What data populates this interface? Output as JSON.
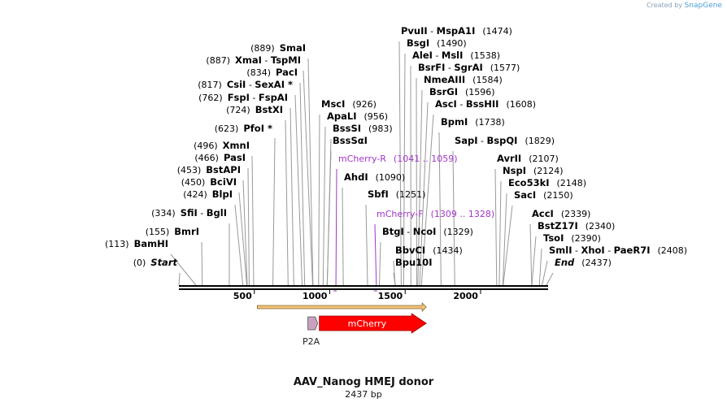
{
  "brand": {
    "prefix": "Created by",
    "name": "SnapGene"
  },
  "title": "AAV_Nanog HMEJ donor",
  "subtitle": "2437 bp",
  "sequence_length": 2437,
  "ruler_ticks": [
    {
      "value": 500,
      "label": "500"
    },
    {
      "value": 1000,
      "label": "1000"
    },
    {
      "value": 1500,
      "label": "1500"
    },
    {
      "value": 2000,
      "label": "2000"
    }
  ],
  "labels": [
    {
      "parts": [
        {
          "t": "(0)",
          "c": "pos"
        },
        {
          "t": "Start",
          "c": "bold-italic"
        }
      ],
      "site": 0
    },
    {
      "parts": [
        {
          "t": "(113)",
          "c": "pos"
        },
        {
          "t": "BamHI",
          "c": "bold"
        }
      ],
      "site": 113
    },
    {
      "parts": [
        {
          "t": "(155)",
          "c": "pos"
        },
        {
          "t": "BmrI",
          "c": "bold"
        }
      ],
      "site": 155
    },
    {
      "parts": [
        {
          "t": "(334)",
          "c": "pos"
        },
        {
          "t": "SfiI",
          "c": "bold"
        },
        {
          "t": " - ",
          "c": "sep"
        },
        {
          "t": "BglI",
          "c": "bold"
        }
      ],
      "site": 334
    },
    {
      "parts": [
        {
          "t": "(424)",
          "c": "pos"
        },
        {
          "t": "BlpI",
          "c": "bold"
        }
      ],
      "site": 424
    },
    {
      "parts": [
        {
          "t": "(450)",
          "c": "pos"
        },
        {
          "t": "BciVI",
          "c": "bold"
        }
      ],
      "site": 450
    },
    {
      "parts": [
        {
          "t": "(453)",
          "c": "pos"
        },
        {
          "t": "BstAPI",
          "c": "bold"
        }
      ],
      "site": 453
    },
    {
      "parts": [
        {
          "t": "(466)",
          "c": "pos"
        },
        {
          "t": "PasI",
          "c": "bold"
        }
      ],
      "site": 466
    },
    {
      "parts": [
        {
          "t": "(496)",
          "c": "pos"
        },
        {
          "t": "XmnI",
          "c": "bold"
        }
      ],
      "site": 496
    },
    {
      "parts": [
        {
          "t": "(623)",
          "c": "pos"
        },
        {
          "t": "PfoI *",
          "c": "bold"
        }
      ],
      "site": 623
    },
    {
      "parts": [
        {
          "t": "(724)",
          "c": "pos"
        },
        {
          "t": "BstXI",
          "c": "bold"
        }
      ],
      "site": 724
    },
    {
      "parts": [
        {
          "t": "(762)",
          "c": "pos"
        },
        {
          "t": "FspI",
          "c": "bold"
        },
        {
          "t": " - ",
          "c": "sep"
        },
        {
          "t": "FspAI",
          "c": "bold"
        }
      ],
      "site": 762
    },
    {
      "parts": [
        {
          "t": "(817)",
          "c": "pos"
        },
        {
          "t": "CsiI",
          "c": "bold"
        },
        {
          "t": " - ",
          "c": "sep"
        },
        {
          "t": "SexAI *",
          "c": "bold"
        }
      ],
      "site": 817
    },
    {
      "parts": [
        {
          "t": "(834)",
          "c": "pos"
        },
        {
          "t": "PacI",
          "c": "bold"
        }
      ],
      "site": 834
    },
    {
      "parts": [
        {
          "t": "(887)",
          "c": "pos"
        },
        {
          "t": "XmaI",
          "c": "bold"
        },
        {
          "t": " - ",
          "c": "sep"
        },
        {
          "t": "TspMI",
          "c": "bold"
        }
      ],
      "site": 887
    },
    {
      "parts": [
        {
          "t": "(889)",
          "c": "pos"
        },
        {
          "t": "SmaI",
          "c": "bold"
        }
      ],
      "site": 889
    },
    {
      "parts": [
        {
          "t": "MscI",
          "c": "bold"
        },
        {
          "t": "(926)",
          "c": "pos"
        }
      ],
      "site": 926
    },
    {
      "parts": [
        {
          "t": "ApaLI",
          "c": "bold"
        },
        {
          "t": "(956)",
          "c": "pos"
        }
      ],
      "site": 956
    },
    {
      "parts": [
        {
          "t": "BssSI",
          "c": "bold"
        },
        {
          "t": "(983)",
          "c": "pos"
        }
      ],
      "site": 983
    },
    {
      "parts": [
        {
          "t": "BssSαI",
          "c": "bold"
        }
      ],
      "site": 983
    },
    {
      "parts": [
        {
          "t": "mCherry-R",
          "c": "primer"
        },
        {
          "t": "(1041 .. 1059)",
          "c": "primer-range"
        }
      ],
      "site": 1041,
      "primer": true
    },
    {
      "parts": [
        {
          "t": "AhdI",
          "c": "bold"
        },
        {
          "t": "(1090)",
          "c": "pos"
        }
      ],
      "site": 1090
    },
    {
      "parts": [
        {
          "t": "SbfI",
          "c": "bold"
        },
        {
          "t": "(1251)",
          "c": "pos"
        }
      ],
      "site": 1251
    },
    {
      "parts": [
        {
          "t": "mCherry-F",
          "c": "primer"
        },
        {
          "t": "(1309 .. 1328)",
          "c": "primer-range"
        }
      ],
      "site": 1309,
      "primer": true
    },
    {
      "parts": [
        {
          "t": "BtgI",
          "c": "bold"
        },
        {
          "t": " - ",
          "c": "sep"
        },
        {
          "t": "NcoI",
          "c": "bold"
        },
        {
          "t": "(1329)",
          "c": "pos"
        }
      ],
      "site": 1329
    },
    {
      "parts": [
        {
          "t": "BbvCI",
          "c": "bold"
        },
        {
          "t": "(1434)",
          "c": "pos"
        }
      ],
      "site": 1434
    },
    {
      "parts": [
        {
          "t": "Bpu10I",
          "c": "bold"
        }
      ],
      "site": 1434
    },
    {
      "parts": [
        {
          "t": "PvuII",
          "c": "bold"
        },
        {
          "t": " - ",
          "c": "sep"
        },
        {
          "t": "MspA1I",
          "c": "bold"
        },
        {
          "t": "(1474)",
          "c": "pos"
        }
      ],
      "site": 1474
    },
    {
      "parts": [
        {
          "t": "BsgI",
          "c": "bold"
        },
        {
          "t": "(1490)",
          "c": "pos"
        }
      ],
      "site": 1490
    },
    {
      "parts": [
        {
          "t": "AleI",
          "c": "bold"
        },
        {
          "t": " - ",
          "c": "sep"
        },
        {
          "t": "MslI",
          "c": "bold"
        },
        {
          "t": "(1538)",
          "c": "pos"
        }
      ],
      "site": 1538
    },
    {
      "parts": [
        {
          "t": "BsrFI",
          "c": "bold"
        },
        {
          "t": " - ",
          "c": "sep"
        },
        {
          "t": "SgrAI",
          "c": "bold"
        },
        {
          "t": "(1577)",
          "c": "pos"
        }
      ],
      "site": 1577
    },
    {
      "parts": [
        {
          "t": "NmeAIII",
          "c": "bold"
        },
        {
          "t": "(1584)",
          "c": "pos"
        }
      ],
      "site": 1584
    },
    {
      "parts": [
        {
          "t": "BsrGI",
          "c": "bold"
        },
        {
          "t": "(1596)",
          "c": "pos"
        }
      ],
      "site": 1596
    },
    {
      "parts": [
        {
          "t": "AscI",
          "c": "bold"
        },
        {
          "t": " - ",
          "c": "sep"
        },
        {
          "t": "BssHII",
          "c": "bold"
        },
        {
          "t": "(1608)",
          "c": "pos"
        }
      ],
      "site": 1608
    },
    {
      "parts": [
        {
          "t": "BpmI",
          "c": "bold"
        },
        {
          "t": "(1738)",
          "c": "pos"
        }
      ],
      "site": 1738
    },
    {
      "parts": [
        {
          "t": "SapI",
          "c": "bold"
        },
        {
          "t": " - ",
          "c": "sep"
        },
        {
          "t": "BspQI",
          "c": "bold"
        },
        {
          "t": "(1829)",
          "c": "pos"
        }
      ],
      "site": 1829
    },
    {
      "parts": [
        {
          "t": "AvrII",
          "c": "bold"
        },
        {
          "t": "(2107)",
          "c": "pos"
        }
      ],
      "site": 2107
    },
    {
      "parts": [
        {
          "t": "NspI",
          "c": "bold"
        },
        {
          "t": "(2124)",
          "c": "pos"
        }
      ],
      "site": 2124
    },
    {
      "parts": [
        {
          "t": "Eco53kI",
          "c": "bold"
        },
        {
          "t": "(2148)",
          "c": "pos"
        }
      ],
      "site": 2148
    },
    {
      "parts": [
        {
          "t": "SacI",
          "c": "bold"
        },
        {
          "t": "(2150)",
          "c": "pos"
        }
      ],
      "site": 2150
    },
    {
      "parts": [
        {
          "t": "AccI",
          "c": "bold"
        },
        {
          "t": "(2339)",
          "c": "pos"
        }
      ],
      "site": 2339
    },
    {
      "parts": [
        {
          "t": "BstZ17I",
          "c": "bold"
        },
        {
          "t": "(2340)",
          "c": "pos"
        }
      ],
      "site": 2340
    },
    {
      "parts": [
        {
          "t": "TsoI",
          "c": "bold"
        },
        {
          "t": "(2390)",
          "c": "pos"
        }
      ],
      "site": 2390
    },
    {
      "parts": [
        {
          "t": "SmlI",
          "c": "bold"
        },
        {
          "t": " - ",
          "c": "sep"
        },
        {
          "t": "XhoI",
          "c": "bold"
        },
        {
          "t": " - ",
          "c": "sep"
        },
        {
          "t": "PaeR7I",
          "c": "bold"
        },
        {
          "t": "(2408)",
          "c": "pos"
        }
      ],
      "site": 2408
    },
    {
      "parts": [
        {
          "t": "End",
          "c": "bold-italic"
        },
        {
          "t": "(2437)",
          "c": "pos"
        }
      ],
      "site": 2437
    }
  ],
  "features": [
    {
      "name": "P2A",
      "start": 855,
      "end": 920,
      "color": "#c9a0c0"
    },
    {
      "name": "mCherry",
      "start": 920,
      "end": 1640,
      "color": "#ff0000"
    }
  ],
  "orf": {
    "start": 520,
    "end": 1640,
    "color": "#f2c27a"
  },
  "colors": {
    "primer": "#a335c9",
    "backbone": "#000000"
  }
}
